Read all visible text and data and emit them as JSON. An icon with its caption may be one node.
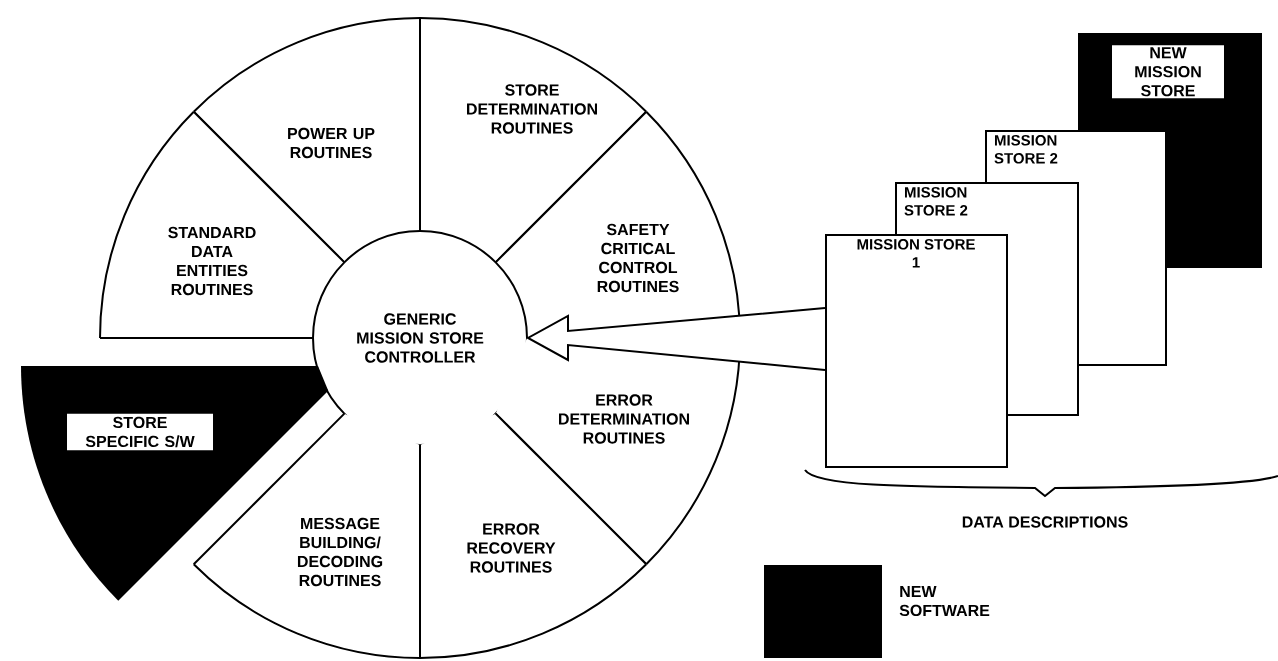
{
  "diagram": {
    "nodes": [
      {
        "text": [
          "POWER UP ROUTINES"
        ]
      },
      {
        "text": [
          "STORE DETERMINATION ROUTINES"
        ]
      },
      {
        "text": [
          "STANDARD DATA ENTITIES ROUTINES"
        ]
      },
      {
        "text": [
          "SAFETY CRITICAL CONTROL ROUTINES"
        ]
      },
      {
        "text": [
          "GENERIC MISSION STORE CONTROLLER"
        ]
      },
      {
        "text": [
          "STORE SPECIFIC S/W"
        ]
      },
      {
        "text": [
          "ERROR DETERMINATION ROUTINES"
        ]
      },
      {
        "text": [
          "MESSAGE BUILDING/ DECODING ROUTINES"
        ]
      },
      {
        "text": [
          "ERROR RECOVERY ROUTINES"
        ]
      },
      {
        "text": [
          "NEW MISSION STORE"
        ]
      },
      {
        "text": [
          "MISSION STORE 2"
        ]
      },
      {
        "text": [
          "MISSION STORE 2"
        ]
      },
      {
        "text": [
          "MISSION STORE 1"
        ]
      }
    ],
    "edges": [
      {
        "from": 12,
        "to": 4,
        "arrow": "to"
      }
    ],
    "labels": [
      "DATA DESCRIPTIONS"
    ],
    "legend": [
      {
        "text": "NEW SOFTWARE",
        "color": "#000000"
      }
    ]
  }
}
